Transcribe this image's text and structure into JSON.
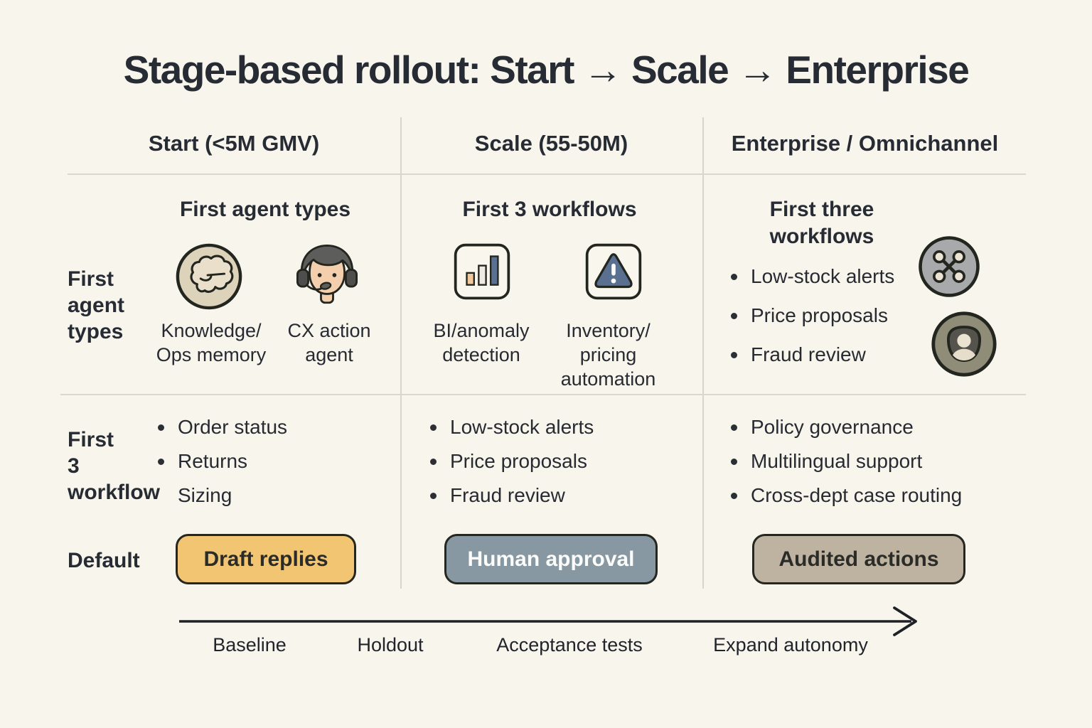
{
  "title": "Stage-based rollout: Start → Scale → Enterprise",
  "row_labels": {
    "agents": "First agent types",
    "workflows": "First 3 workflow",
    "default": "Default"
  },
  "columns": [
    {
      "header": "Start (<5M GMV)",
      "section_title": "First agent types",
      "agents": [
        {
          "icon": "brain-icon",
          "label": "Knowledge/ Ops memory"
        },
        {
          "icon": "cx-agent-icon",
          "label": "CX action agent"
        }
      ],
      "workflows": [
        {
          "text": "Order status",
          "bullet": true
        },
        {
          "text": "Returns",
          "bullet": true
        },
        {
          "text": "Sizing",
          "bullet": false
        }
      ],
      "default_action": "Draft replies"
    },
    {
      "header": "Scale (55-50M)",
      "section_title": "First 3 workflows",
      "agents": [
        {
          "icon": "bar-chart-icon",
          "label": "BI/anomaly detection"
        },
        {
          "icon": "warning-icon",
          "label": "Inventory/ pricing automation"
        }
      ],
      "workflows": [
        {
          "text": "Low-stock alerts",
          "bullet": true
        },
        {
          "text": "Price proposals",
          "bullet": true
        },
        {
          "text": "Fraud review",
          "bullet": true
        }
      ],
      "default_action": "Human approval"
    },
    {
      "header": "Enterprise / Omnichannel",
      "section_title": "First three workflows",
      "section_items": [
        {
          "text": "Low-stock alerts",
          "bullet": true
        },
        {
          "text": "Price proposals",
          "bullet": true
        },
        {
          "text": "Fraud review",
          "bullet": true
        }
      ],
      "section_icons": [
        "network-nodes-icon",
        "user-badge-icon"
      ],
      "workflows": [
        {
          "text": "Policy governance",
          "bullet": true
        },
        {
          "text": "Multilingual support",
          "bullet": true
        },
        {
          "text": "Cross-dept case routing",
          "bullet": true
        }
      ],
      "default_action": "Audited actions"
    }
  ],
  "timeline": {
    "labels": [
      "Baseline",
      "Holdout",
      "Acceptance tests",
      "Expand autonomy"
    ]
  },
  "colors": {
    "background": "#f8f5ed",
    "text": "#272b31",
    "divider": "#d9d5ca",
    "draft_chip": "#f2c573",
    "approval_chip": "#8798a2",
    "audited_chip": "#beb2a0",
    "accent_slate": "#5a7091",
    "icon_tan": "#ddd2ba"
  }
}
